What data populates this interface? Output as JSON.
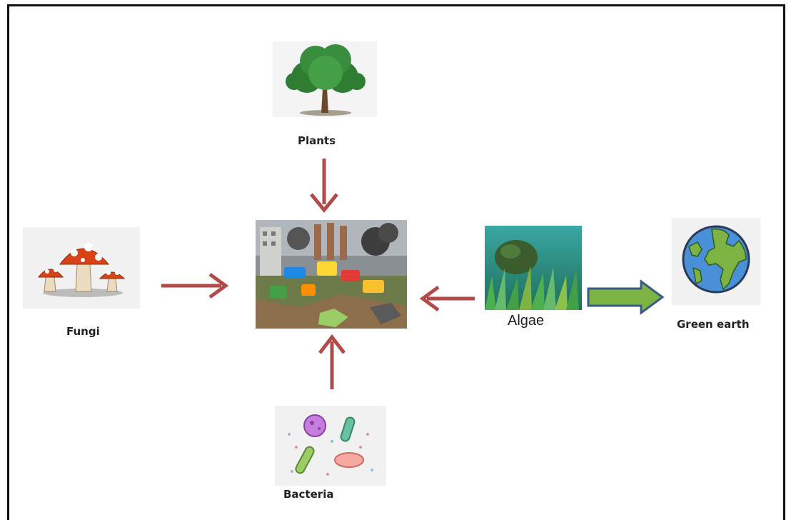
{
  "nodes": {
    "plants": {
      "label": "Plants",
      "icon": "tree-icon"
    },
    "fungi": {
      "label": "Fungi",
      "icon": "mushroom-icon"
    },
    "bacteria": {
      "label": "Bacteria",
      "icon": "bacteria-icon"
    },
    "algae": {
      "label": "Algae",
      "icon": "seaweed-icon"
    },
    "earth": {
      "label": "Green earth",
      "icon": "globe-icon"
    },
    "center": {
      "icon": "polluted-environment-icon"
    }
  },
  "edges": [
    {
      "from": "plants",
      "to": "center",
      "color": "#b34a4a"
    },
    {
      "from": "fungi",
      "to": "center",
      "color": "#b34a4a"
    },
    {
      "from": "bacteria",
      "to": "center",
      "color": "#b34a4a"
    },
    {
      "from": "algae",
      "to": "center",
      "color": "#b34a4a"
    },
    {
      "from": "algae",
      "to": "earth",
      "color": "#7cb342",
      "outline": "#3b5a8a"
    }
  ]
}
